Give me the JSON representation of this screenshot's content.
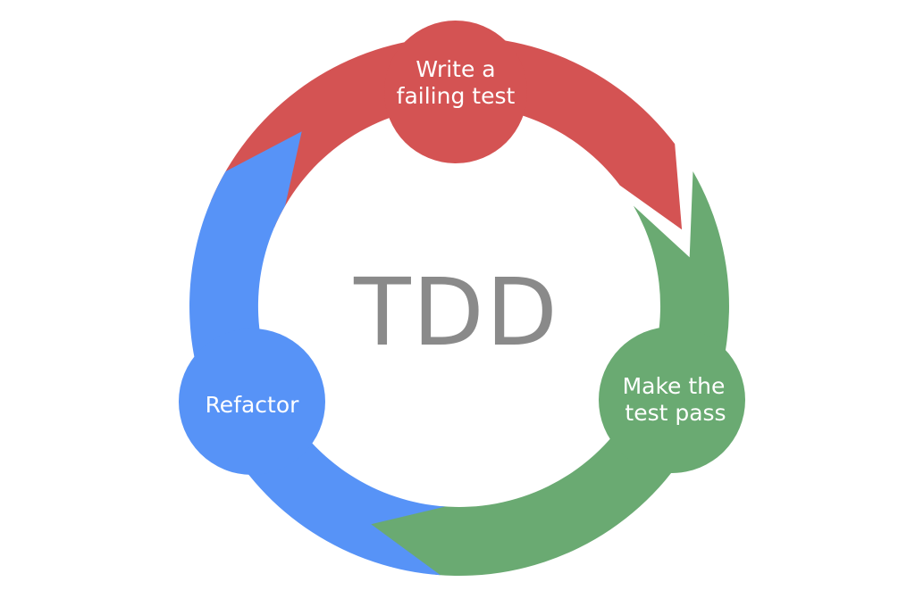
{
  "diagram": {
    "center": {
      "label": "TDD"
    },
    "steps": [
      {
        "id": "write",
        "line1": "Write a",
        "line2": "failing test",
        "color": "#d45353"
      },
      {
        "id": "pass",
        "line1": "Make the",
        "line2": "test pass",
        "color": "#6aaa72"
      },
      {
        "id": "refactor",
        "line1": "Refactor",
        "line2": "",
        "color": "#5793f7"
      }
    ]
  }
}
